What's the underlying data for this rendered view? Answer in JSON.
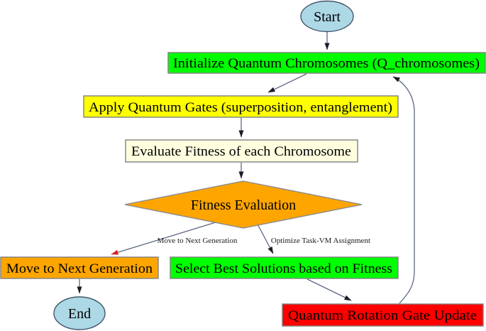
{
  "diagram": {
    "background": "#ffffff",
    "edge_color": "#5c6880",
    "arrowhead_color": "#1c1c26",
    "red_arrowhead_color": "#dd1f1f",
    "nodes": {
      "start": {
        "label": "Start",
        "shape": "ellipse",
        "fill": "#add8e6"
      },
      "init": {
        "label": "Initialize Quantum Chromosomes (Q_chromosomes)",
        "shape": "rect",
        "fill": "#00ff00"
      },
      "apply": {
        "label": "Apply Quantum Gates (superposition, entanglement)",
        "shape": "rect",
        "fill": "#ffff00"
      },
      "evaluate": {
        "label": "Evaluate Fitness of each Chromosome",
        "shape": "rect",
        "fill": "#ffffe0"
      },
      "fitness": {
        "label": "Fitness Evaluation",
        "shape": "diamond",
        "fill": "#ffa500"
      },
      "move": {
        "label": "Move to Next Generation",
        "shape": "rect",
        "fill": "#ffa500"
      },
      "select": {
        "label": "Select Best Solutions based on Fitness",
        "shape": "rect",
        "fill": "#00ff00"
      },
      "end": {
        "label": "End",
        "shape": "ellipse",
        "fill": "#add8e6"
      },
      "rotation": {
        "label": "Quantum Rotation Gate Update",
        "shape": "rect",
        "fill": "#ff0000"
      }
    },
    "edge_labels": {
      "move_branch": "Move to Next Generation",
      "optimize_branch": "Optimize Task-VM Assignment"
    }
  }
}
